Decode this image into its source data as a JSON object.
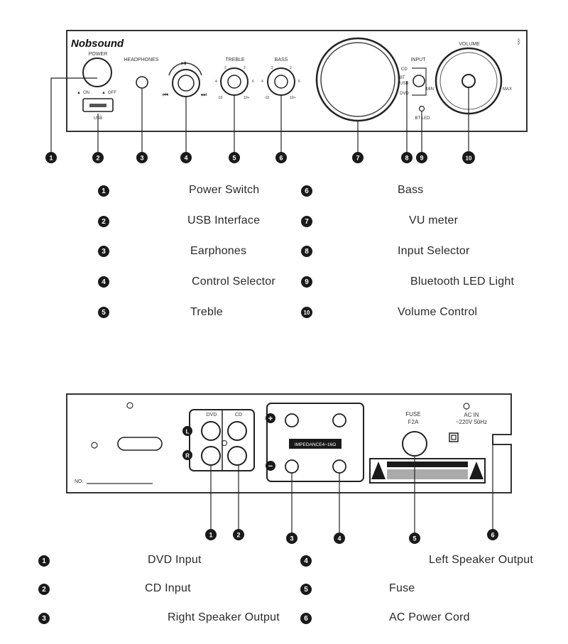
{
  "front_panel": {
    "brand": "Nobsound",
    "labels": {
      "power": "POWER",
      "on": "ON",
      "off": "OFF",
      "usb": "USB",
      "headphones": "HEADPHONES",
      "treble": "TREBLE",
      "bass": "BASS",
      "input": "INPUT",
      "cd": "CD",
      "bt": "BT",
      "usb_input": "USB",
      "dvd": "DVD",
      "bt_led": "BT LED",
      "volume": "VOLUME",
      "min": "MIN",
      "max": "MAX"
    },
    "knob_scale": {
      "minus_label": "-10",
      "plus_label": "10+",
      "marks": [
        "2",
        "4",
        "6"
      ]
    },
    "callouts": [
      "1",
      "2",
      "3",
      "4",
      "5",
      "6",
      "7",
      "8",
      "9",
      "10"
    ]
  },
  "front_legend": [
    {
      "num": "1",
      "label": "Power Switch"
    },
    {
      "num": "2",
      "label": "USB Interface"
    },
    {
      "num": "3",
      "label": "Earphones"
    },
    {
      "num": "4",
      "label": "Control Selector"
    },
    {
      "num": "5",
      "label": "Treble"
    },
    {
      "num": "6",
      "label": "Bass"
    },
    {
      "num": "7",
      "label": "VU meter"
    },
    {
      "num": "8",
      "label": "Input Selector"
    },
    {
      "num": "9",
      "label": "Bluetooth LED Light"
    },
    {
      "num": "10",
      "label": "Volume Control"
    }
  ],
  "back_panel": {
    "labels": {
      "dvd": "DVD",
      "cd": "CD",
      "left": "L",
      "right": "R",
      "impedance": "IMPEDANCE4~16Ω",
      "plus": "+",
      "minus": "−",
      "fuse": "FUSE",
      "fuse_rating": "F2A",
      "ac_in": "AC IN",
      "ac_spec": "~220V 50Hz",
      "serial": "NO:"
    },
    "callouts": [
      "1",
      "2",
      "3",
      "4",
      "5",
      "6"
    ]
  },
  "back_legend": [
    {
      "num": "1",
      "label": "DVD Input"
    },
    {
      "num": "2",
      "label": "CD Input"
    },
    {
      "num": "3",
      "label": "Right Speaker Output"
    },
    {
      "num": "4",
      "label": "Left Speaker Output"
    },
    {
      "num": "5",
      "label": "Fuse"
    },
    {
      "num": "6",
      "label": "AC Power Cord"
    }
  ]
}
